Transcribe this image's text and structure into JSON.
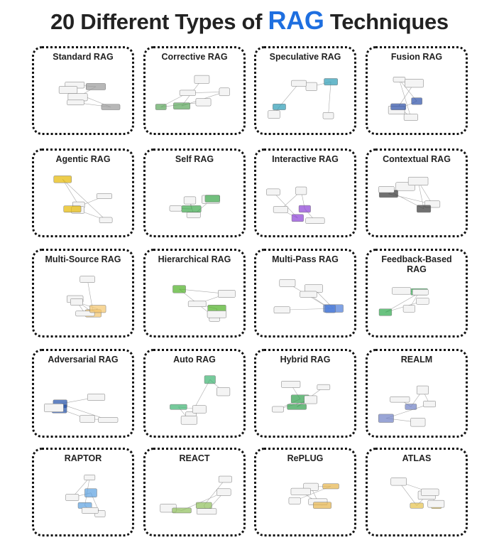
{
  "header": {
    "title_prefix": "20 Different Types of",
    "title_accent": "RAG",
    "title_suffix": "Techniques",
    "accent_color": "#1e6fe0"
  },
  "cards": [
    {
      "label": "Standard RAG",
      "accent": "#999999"
    },
    {
      "label": "Corrective RAG",
      "accent": "#5aa55a"
    },
    {
      "label": "Speculative RAG",
      "accent": "#2a9bb5"
    },
    {
      "label": "Fusion RAG",
      "accent": "#2b4fa8"
    },
    {
      "label": "Agentic RAG",
      "accent": "#e6b800"
    },
    {
      "label": "Self RAG",
      "accent": "#3aa84a"
    },
    {
      "label": "Interactive RAG",
      "accent": "#8a3fd6"
    },
    {
      "label": "Contextual RAG",
      "accent": "#333333"
    },
    {
      "label": "Multi-Source RAG",
      "accent": "#f3c46b"
    },
    {
      "label": "Hierarchical RAG",
      "accent": "#4caf22"
    },
    {
      "label": "Multi-Pass RAG",
      "accent": "#4a7ad8"
    },
    {
      "label": "Feedback-Based RAG",
      "accent": "#2ba84a"
    },
    {
      "label": "Adversarial RAG",
      "accent": "#1f4fa8"
    },
    {
      "label": "Auto RAG",
      "accent": "#3cb371"
    },
    {
      "label": "Hybrid RAG",
      "accent": "#2e9e4a"
    },
    {
      "label": "REALM",
      "accent": "#6d7fc4"
    },
    {
      "label": "RAPTOR",
      "accent": "#5aa0e0"
    },
    {
      "label": "REACT",
      "accent": "#8fbf5a"
    },
    {
      "label": "RePLUG",
      "accent": "#e6b34a"
    },
    {
      "label": "ATLAS",
      "accent": "#e6c24a"
    }
  ]
}
